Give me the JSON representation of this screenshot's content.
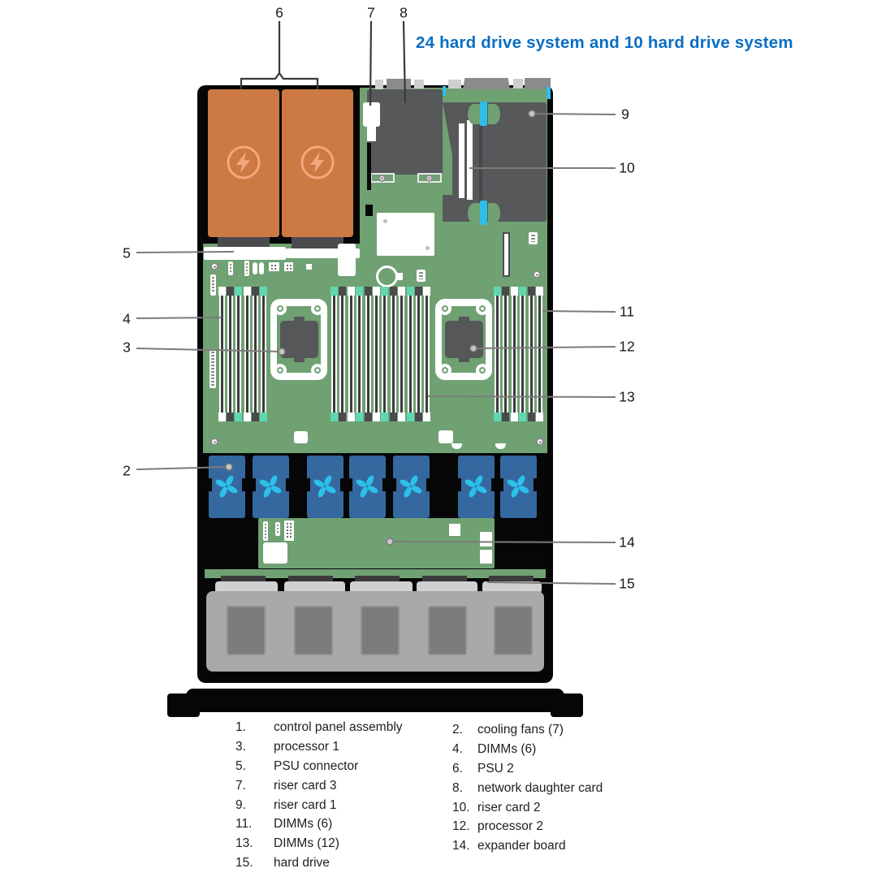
{
  "title": {
    "text": "24 hard drive system and 10 hard drive system"
  },
  "colors": {
    "title_blue": "#0a6ec3",
    "board_green": "#6fa173",
    "psu_orange": "#cd7944",
    "psu_icon_orange": "#f2a77c",
    "fan_blue": "#35689f",
    "blade_cyan": "#2cc0ea",
    "touch_cyan": "#2cbfe9",
    "latch_teal": "#5fd8b0",
    "dark_gray": "#57585a",
    "chassis_black": "#060606",
    "carrier_gray": "#a9a9ab",
    "drive_gray": "#7c7c7f",
    "tab_gray": "#d1d1d3",
    "line_gray": "#7b7b7d",
    "callout_dark_line": "#3a3a3a"
  },
  "icons": {
    "psu_icon": "lightning-bolt-circle-icon",
    "fan_icon": "fan-blades-icon"
  },
  "callouts": [
    {
      "num": "2",
      "target": "cooling-fans"
    },
    {
      "num": "3",
      "target": "processor-1"
    },
    {
      "num": "4",
      "target": "dimms-6-left"
    },
    {
      "num": "5",
      "target": "psu-connector"
    },
    {
      "num": "6",
      "target": "psu-2"
    },
    {
      "num": "7",
      "target": "riser-card-3"
    },
    {
      "num": "8",
      "target": "network-daughter-card"
    },
    {
      "num": "9",
      "target": "riser-card-1"
    },
    {
      "num": "10",
      "target": "riser-card-2"
    },
    {
      "num": "11",
      "target": "dimms-6-right"
    },
    {
      "num": "12",
      "target": "processor-2"
    },
    {
      "num": "13",
      "target": "dimms-12"
    },
    {
      "num": "14",
      "target": "expander-board"
    },
    {
      "num": "15",
      "target": "hard-drive"
    }
  ],
  "legend": {
    "col1": [
      {
        "num": "1.",
        "label": "control panel assembly"
      },
      {
        "num": "3.",
        "label": "processor 1"
      },
      {
        "num": "5.",
        "label": "PSU connector"
      },
      {
        "num": "7.",
        "label": "riser card 3"
      },
      {
        "num": "9.",
        "label": "riser card 1"
      },
      {
        "num": "11.",
        "label": "DIMMs (6)"
      },
      {
        "num": "13.",
        "label": "DIMMs (12)"
      },
      {
        "num": "15.",
        "label": "hard drive"
      }
    ],
    "col2": [
      {
        "num": "2.",
        "label": "cooling fans (7)"
      },
      {
        "num": "4.",
        "label": "DIMMs (6)"
      },
      {
        "num": "6.",
        "label": "PSU 2"
      },
      {
        "num": "8.",
        "label": "network daughter card"
      },
      {
        "num": "10.",
        "label": "riser card 2"
      },
      {
        "num": "12.",
        "label": "processor 2"
      },
      {
        "num": "14.",
        "label": "expander board"
      }
    ]
  }
}
